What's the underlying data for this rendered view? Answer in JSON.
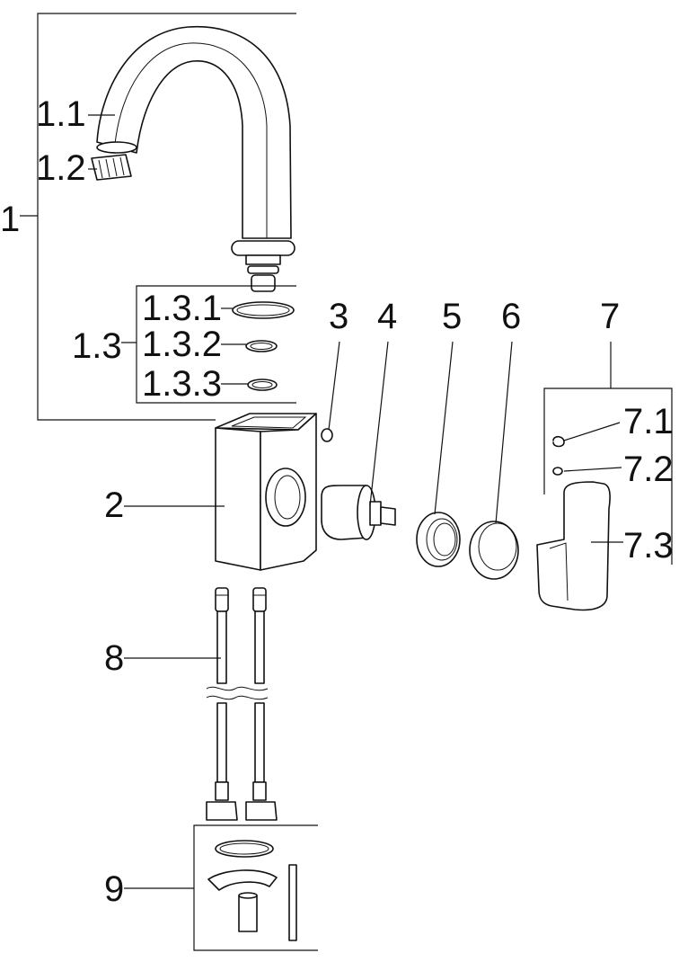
{
  "labels": {
    "p1": "1",
    "p1_1": "1.1",
    "p1_2": "1.2",
    "p1_3": "1.3",
    "p1_3_1": "1.3.1",
    "p1_3_2": "1.3.2",
    "p1_3_3": "1.3.3",
    "p2": "2",
    "p3": "3",
    "p4": "4",
    "p5": "5",
    "p6": "6",
    "p7": "7",
    "p7_1": "7.1",
    "p7_2": "7.2",
    "p7_3": "7.3",
    "p8": "8",
    "p9": "9"
  }
}
